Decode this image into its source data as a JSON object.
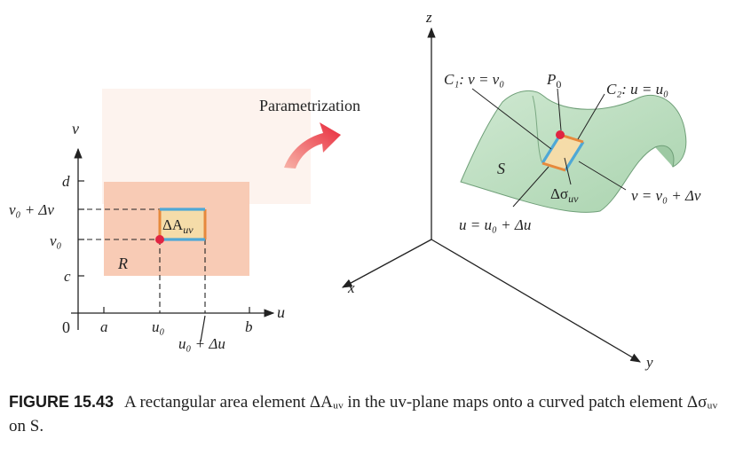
{
  "left_plot": {
    "axis_u": "u",
    "axis_v": "v",
    "origin": "0",
    "tick_a": "a",
    "tick_b": "b",
    "tick_c": "c",
    "tick_d": "d",
    "tick_u0": "u₀",
    "tick_u0du": "u₀ + Δu",
    "tick_v0": "v₀",
    "tick_v0dv": "v₀ + Δv",
    "region": "R",
    "area_element": "ΔA",
    "area_sub": "uv",
    "colors": {
      "region": "#f8cbb5",
      "patch_fill": "#f5dca9",
      "patch_edge_blue": "#4fa8d6",
      "patch_edge_orange": "#e6893c",
      "point": "#e02442"
    }
  },
  "arrow_label": "Parametrization",
  "right_plot": {
    "axis_x": "x",
    "axis_y": "y",
    "axis_z": "z",
    "surface": "S",
    "point": "P",
    "point_sub": "0",
    "c1_label": "C₁: v = v₀",
    "c2_label": "C₂: u = u₀",
    "patch_label": "Δσ",
    "patch_sub": "uv",
    "label_v": "v = v₀ + Δv",
    "label_u": "u = u₀ + Δu",
    "colors": {
      "surface": "#bfe0c3",
      "surface_edge": "#7aa882",
      "patch_fill": "#f5dca9",
      "arrow": "#e8343c"
    }
  },
  "caption": {
    "label": "FIGURE 15.43",
    "text": "A rectangular area element ΔAᵤᵥ in the uv-plane maps onto a curved patch element Δσᵤᵥ on S."
  }
}
